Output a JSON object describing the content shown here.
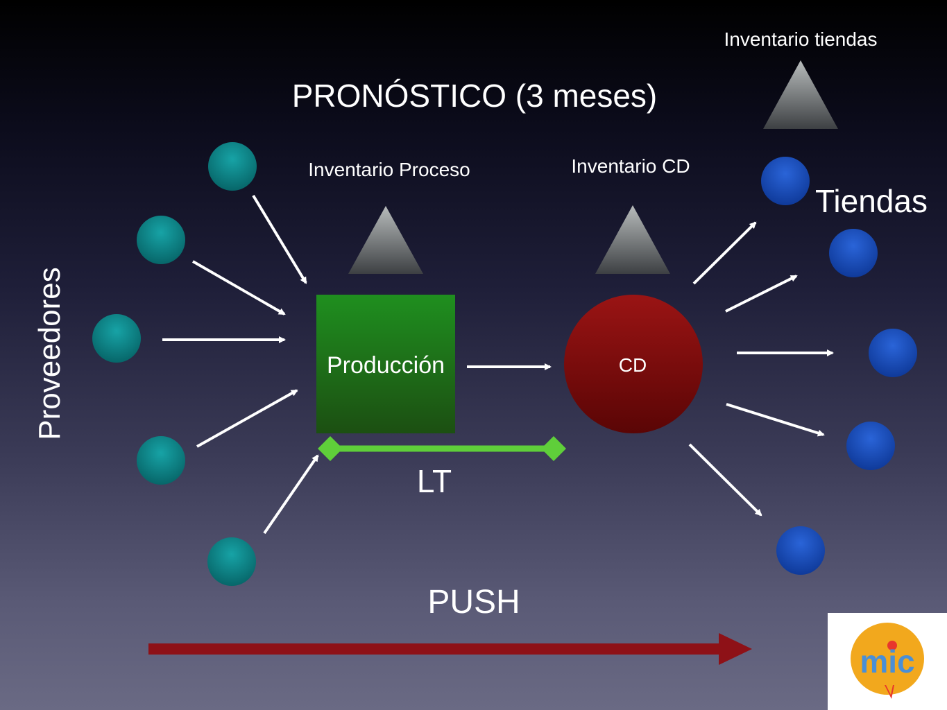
{
  "title": "PRONÓSTICO (3 meses)",
  "labels": {
    "inventario_tiendas": "Inventario tiendas",
    "inventario_proceso": "Inventario Proceso",
    "inventario_cd": "Inventario CD",
    "tiendas": "Tiendas",
    "proveedores": "Proveedores",
    "produccion": "Producción",
    "cd": "CD",
    "lt": "LT",
    "push": "PUSH"
  },
  "logo": {
    "text": "mic"
  },
  "colors": {
    "supplier": "#0f8a8e",
    "store": "#1d4fc0",
    "production": "#1e7d1e",
    "cd": "#8a1010",
    "lt_bar": "#5fcf3a",
    "push_arrow": "#8e1117",
    "arrow": "#ffffff"
  },
  "icons": {
    "inventory": "triangle-icon",
    "supplier": "circle-node",
    "store": "circle-node"
  }
}
